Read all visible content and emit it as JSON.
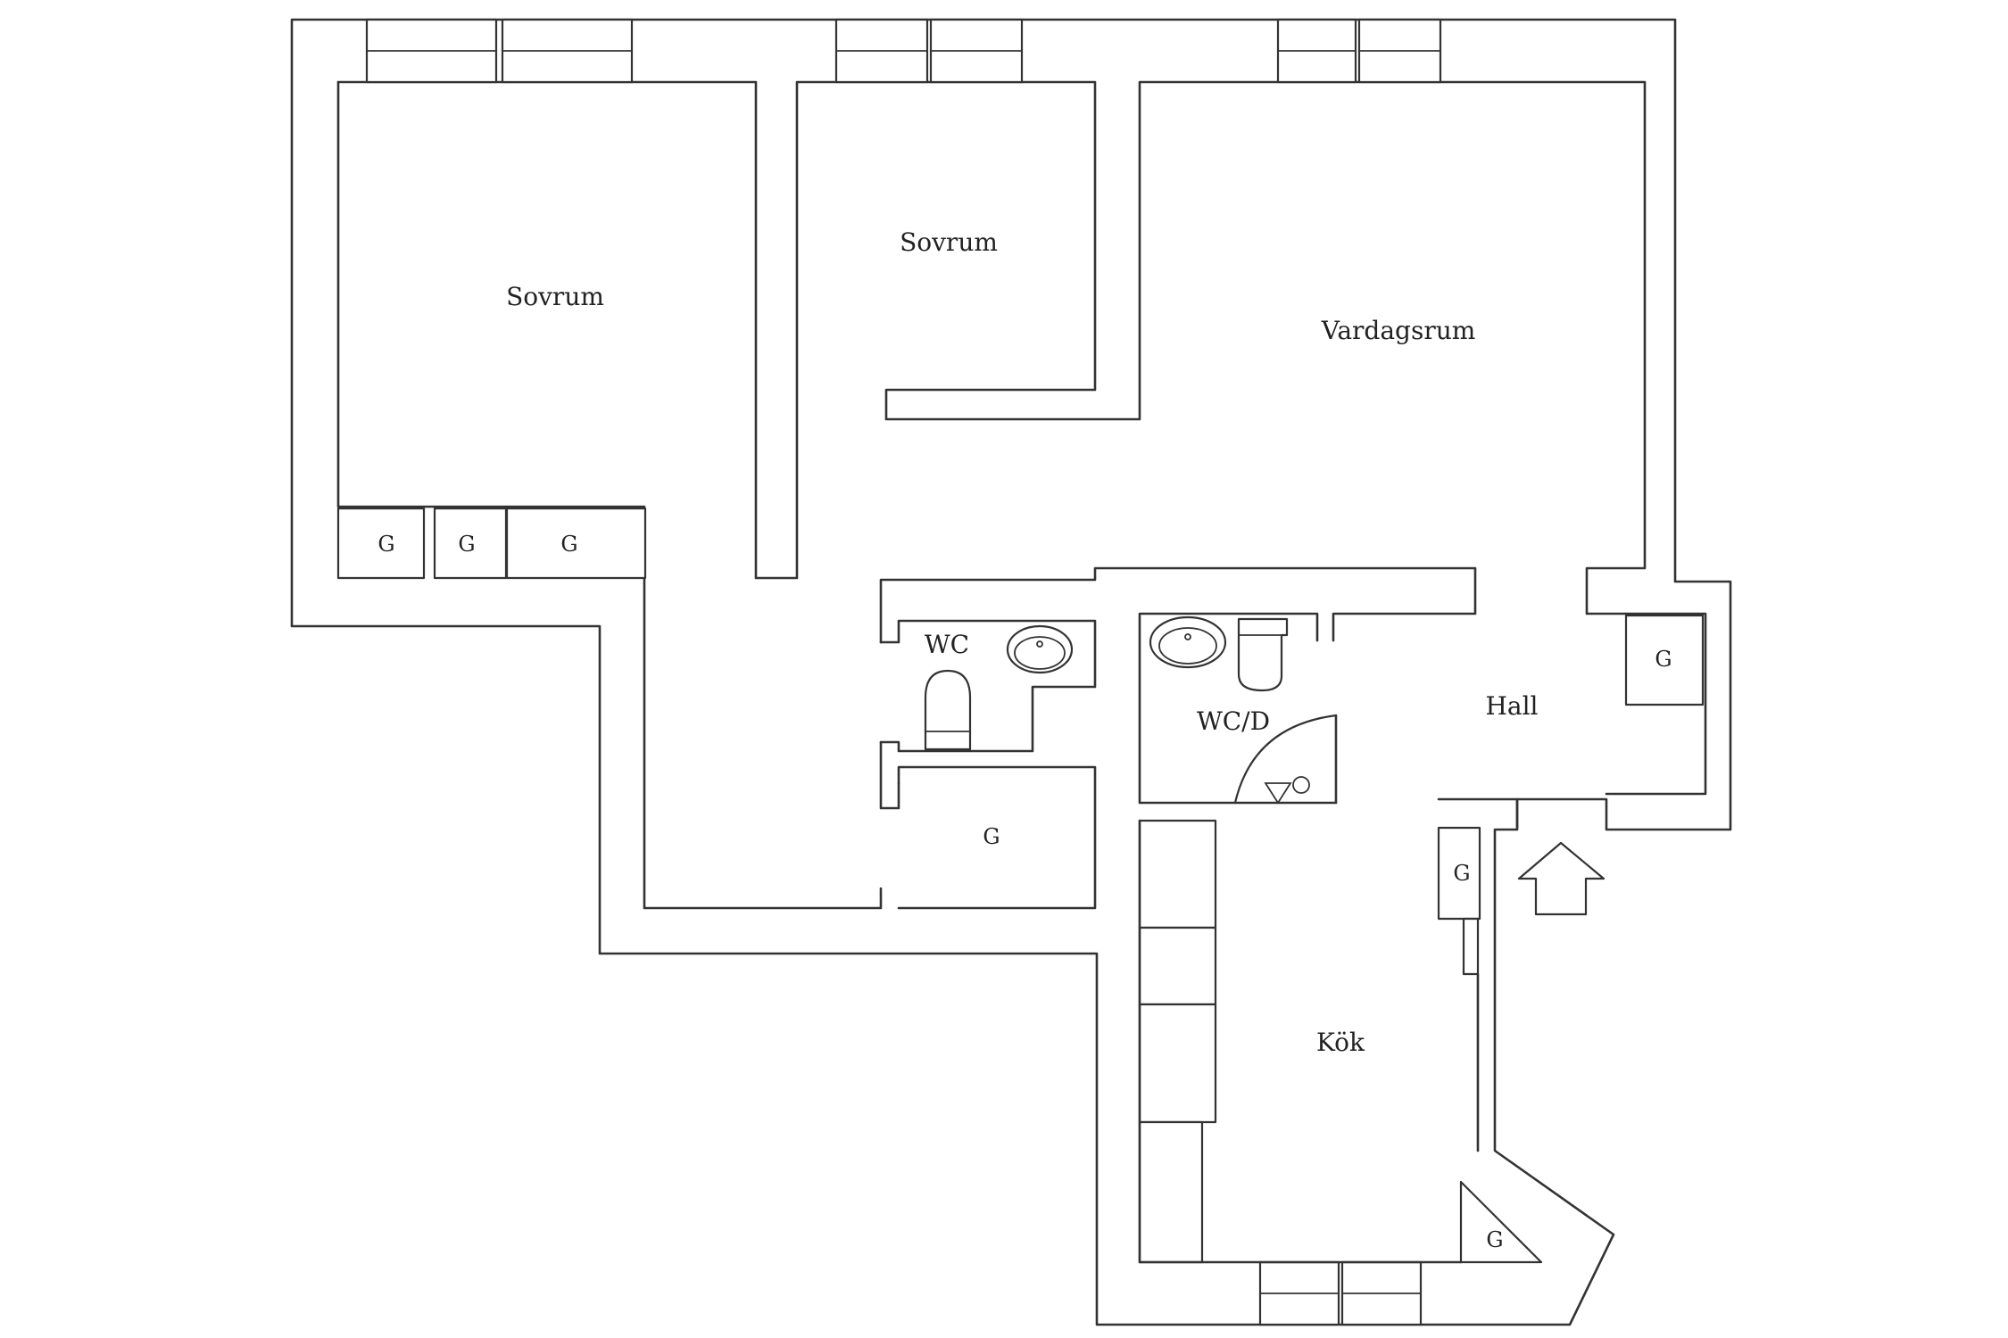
{
  "rooms": {
    "sovrum_1": "Sovrum",
    "sovrum_2": "Sovrum",
    "vardagsrum": "Vardagsrum",
    "wc": "WC",
    "wc_d": "WC/D",
    "hall": "Hall",
    "kok": "Kök"
  },
  "storage": {
    "g1": "G",
    "g2": "G",
    "g3": "G",
    "g4": "G",
    "g5": "G",
    "g6": "G",
    "g7": "G"
  },
  "icons": {
    "entrance": "entrance-arrow-icon",
    "sink": "sink-icon",
    "toilet": "toilet-icon",
    "shower": "shower-icon"
  },
  "colors": {
    "line": "#333333",
    "background": "#ffffff"
  }
}
